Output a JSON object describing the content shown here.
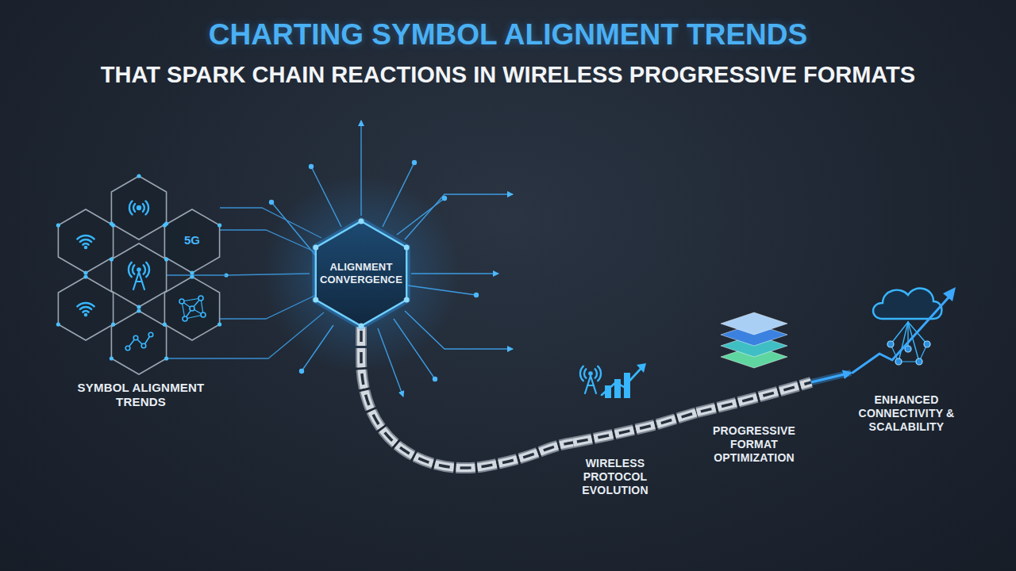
{
  "diagram": {
    "title": "CHARTING SYMBOL ALIGNMENT TRENDS",
    "nodes": [
      {
        "text": [
          "SYMBOL ALIGNMENT TRENDS"
        ]
      },
      {
        "text": [
          "ALIGNMENT CONVERGENCE"
        ]
      },
      {
        "text": [
          "WIRELESS PROTOCOL EVOLUTION"
        ]
      },
      {
        "text": [
          "PROGRESSIVE FORMAT OPTIMIZATION"
        ]
      },
      {
        "text": [
          "ENHANCED CONNECTIVITY & SCALABILITY"
        ]
      }
    ],
    "edges": [
      {
        "from": 0,
        "to": 1,
        "arrow": "none"
      },
      {
        "from": 1,
        "to": 2,
        "arrow": "none"
      },
      {
        "from": 2,
        "to": 3,
        "arrow": "none"
      },
      {
        "from": 3,
        "to": 4,
        "arrow": "to"
      }
    ],
    "labels": [
      "THAT SPARK CHAIN REACTIONS IN WIRELESS PROGRESSIVE FORMATS",
      "5G"
    ]
  }
}
